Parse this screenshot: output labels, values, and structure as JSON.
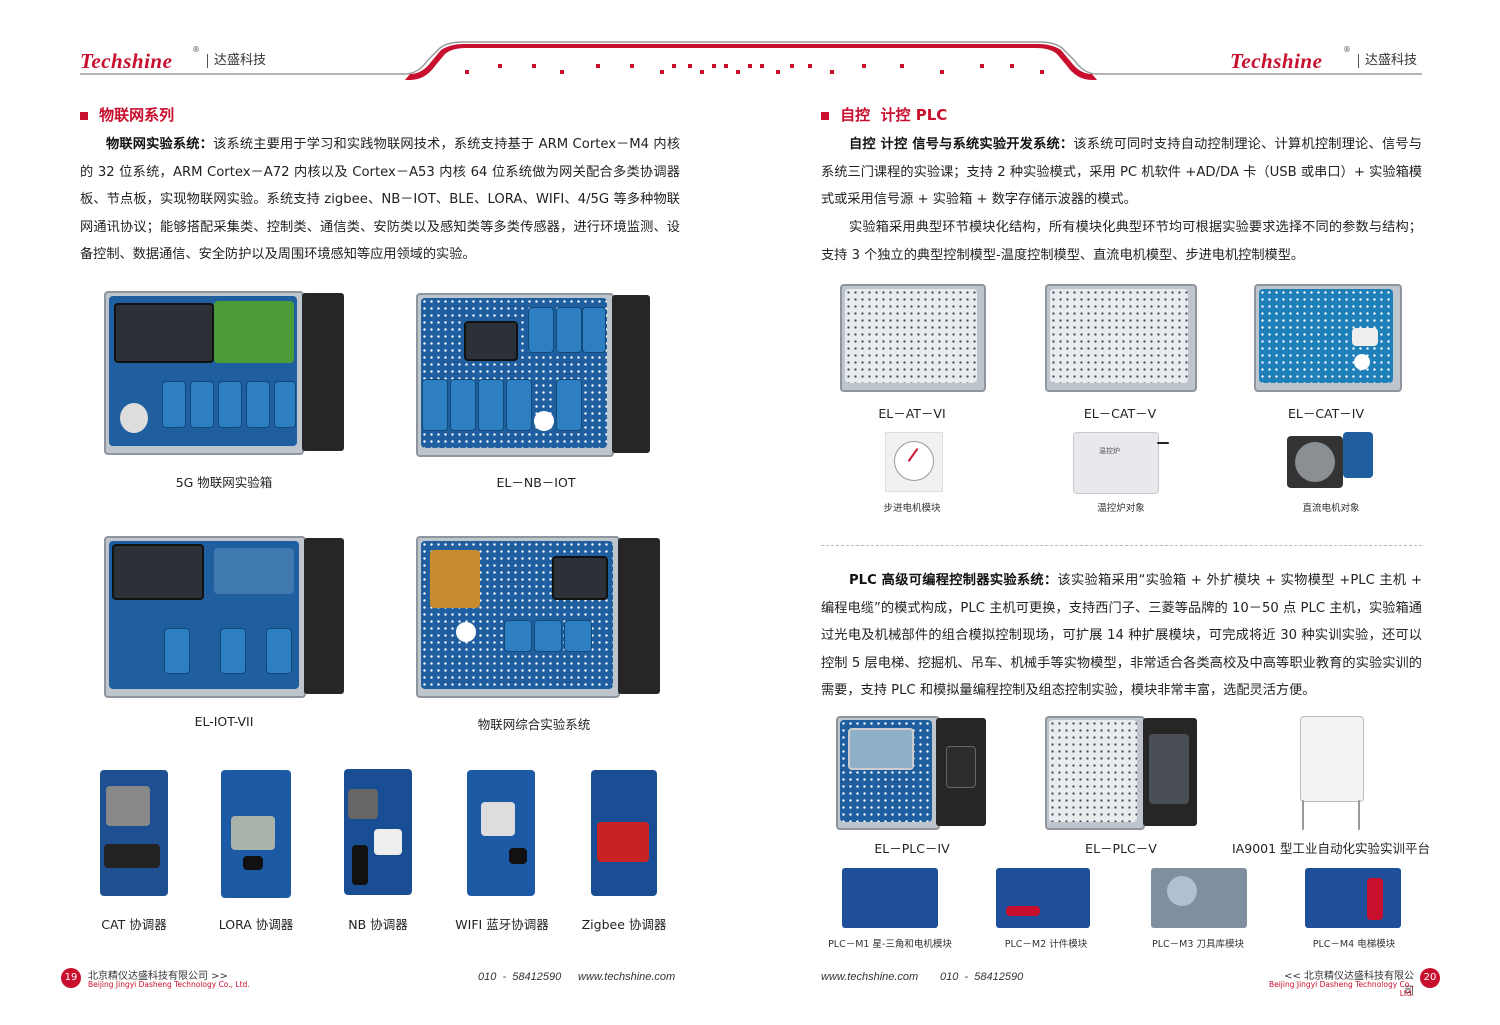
{
  "header": {
    "logo_text": "Techshine",
    "logo_cn": "达盛科技",
    "registered": "®"
  },
  "left": {
    "section_title": "物联网系列",
    "para_lead": "物联网实验系统：",
    "para_body": "该系统主要用于学习和实践物联网技术，系统支持基于 ARM Cortex－M4 内核的 32 位系统，ARM Cortex－A72 内核以及 Cortex－A53 内核 64 位系统做为网关配合多类协调器板、节点板，实现物联网实验。系统支持 zigbee、NB－IOT、BLE、LORA、WIFI、4/5G 等多种物联网通讯协议；能够搭配采集类、控制类、通信类、安防类以及感知类等多类传感器，进行环境监测、设备控制、数据通信、安全防护以及周围环境感知等应用领域的实验。",
    "products": [
      "5G 物联网实验箱",
      "EL－NB－IOT",
      "EL-IOT-VII",
      "物联网综合实验系统"
    ],
    "coordinators": [
      "CAT 协调器",
      "LORA 协调器",
      "NB 协调器",
      "WIFI 蓝牙协调器",
      "Zigbee 协调器"
    ]
  },
  "right": {
    "section_title": "自控  计控 PLC",
    "para1_lead": "自控 计控 信号与系统实验开发系统：",
    "para1_body": "该系统可同时支持自动控制理论、计算机控制理论、信号与系统三门课程的实验课；支持 2 种实验模式，采用 PC 机软件 +AD/DA 卡（USB 或串口）+ 实验箱模式或采用信号源 + 实验箱 + 数字存储示波器的模式。",
    "para2": "实验箱采用典型环节模块化结构，所有模块化典型环节均可根据实验要求选择不同的参数与结构；支持 3 个独立的典型控制模型-温度控制模型、直流电机模型、步进电机控制模型。",
    "control_products": [
      "EL－AT－VI",
      "EL－CAT－V",
      "EL－CAT－IV"
    ],
    "control_objects": [
      "步进电机模块",
      "温控炉对象",
      "直流电机对象"
    ],
    "oven_label": "温控炉",
    "para3_lead": "PLC 高级可编程控制器实验系统：",
    "para3_body": "该实验箱采用“实验箱 + 外扩模块 + 实物模型 +PLC 主机 + 编程电缆”的模式构成，PLC 主机可更换，支持西门子、三菱等品牌的 10－50 点 PLC 主机，实验箱通过光电及机械部件的组合模拟控制现场，可扩展 14 种扩展模块，可完成将近 30 种实训实验，还可以控制 5 层电梯、挖掘机、吊车、机械手等实物模型，非常适合各类高校及中高等职业教育的实验实训的需要，支持 PLC 和模拟量编程控制及组态控制实验，模块非常丰富，选配灵活方便。",
    "plc_products": [
      "EL－PLC－IV",
      "EL－PLC－V",
      "IA9001 型工业自动化实验实训平台"
    ],
    "plc_modules": [
      "PLC－M1 星-三角和电机模块",
      "PLC－M2 计件模块",
      "PLC－M3 刀具库模块",
      "PLC－M4 电梯模块"
    ]
  },
  "footer": {
    "left_page": "19",
    "right_page": "20",
    "company_cn_left": "北京精仪达盛科技有限公司 >>",
    "company_cn_right": "<< 北京精仪达盛科技有限公司",
    "company_en": "Beijing Jingyi Dasheng Technology Co., Ltd.",
    "phone": "010  -  58412590",
    "website": "www.techshine.com"
  },
  "colors": {
    "brand_red": "#c8102e",
    "panel_blue": "#1f5fa0"
  }
}
